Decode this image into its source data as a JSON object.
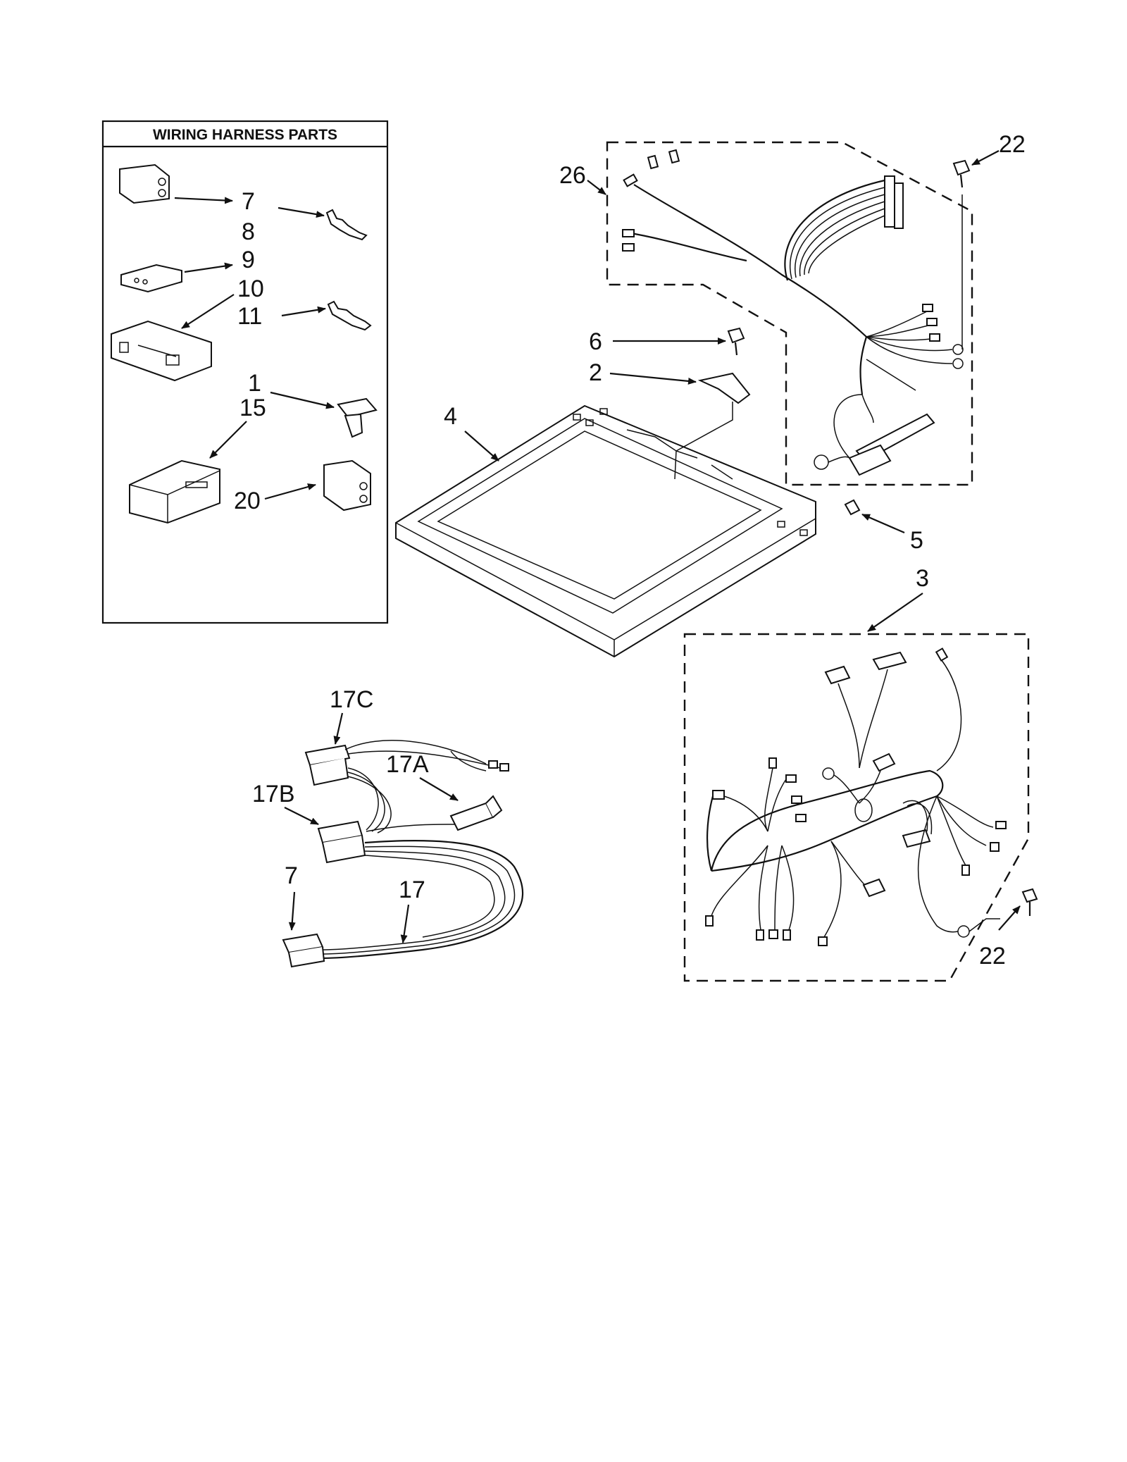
{
  "legend": {
    "title": "WIRING HARNESS PARTS"
  },
  "callouts": {
    "c7_legend": "7",
    "c8": "8",
    "c9": "9",
    "c10": "10",
    "c11": "11",
    "c1": "1",
    "c15": "15",
    "c20": "20",
    "c26": "26",
    "c22_top": "22",
    "c6": "6",
    "c2": "2",
    "c4": "4",
    "c5": "5",
    "c3": "3",
    "c22_bottom": "22",
    "c17C": "17C",
    "c17A": "17A",
    "c17B": "17B",
    "c7_harness": "7",
    "c17": "17"
  }
}
